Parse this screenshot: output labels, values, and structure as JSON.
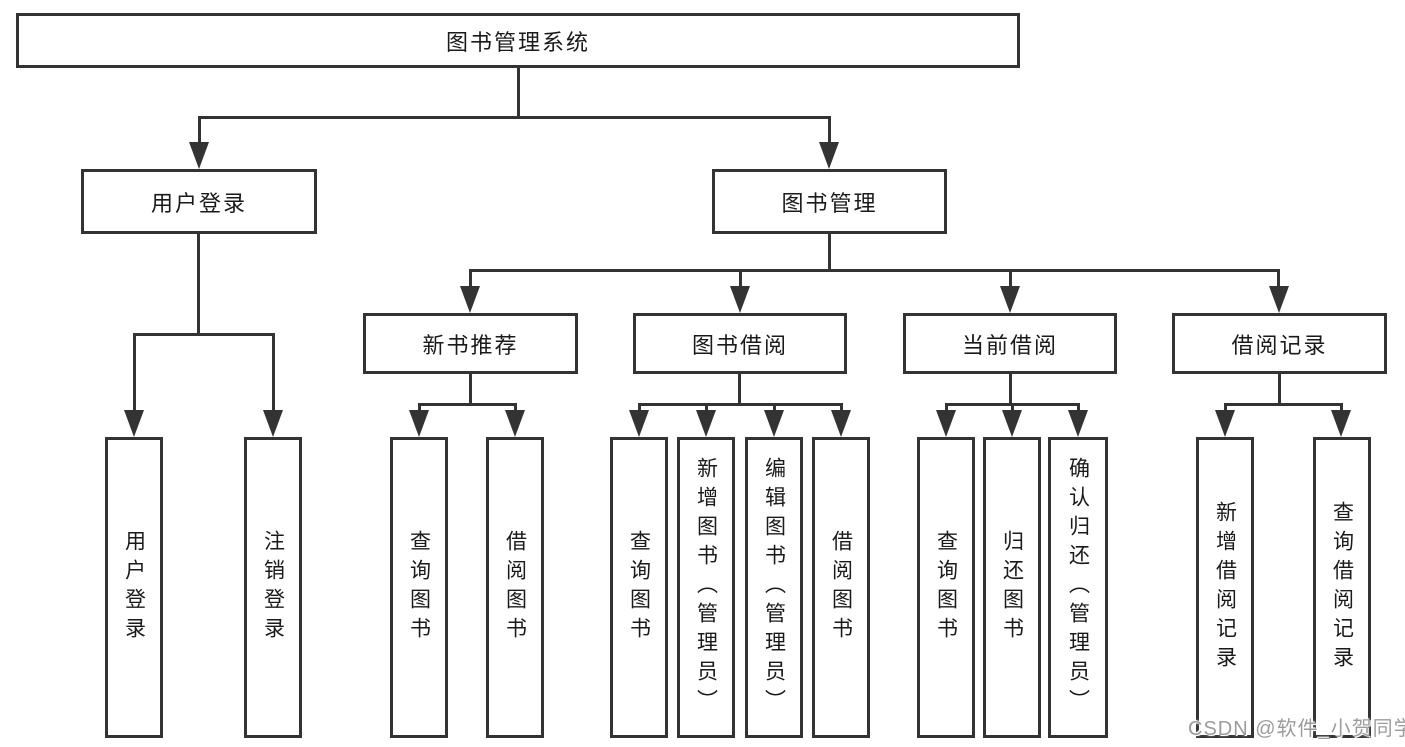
{
  "diagram": {
    "title": "图书管理系统",
    "branches": [
      {
        "label": "用户登录",
        "leaves": [
          "用户登录",
          "注销登录"
        ]
      },
      {
        "label": "图书管理",
        "groups": [
          {
            "label": "新书推荐",
            "leaves": [
              "查询图书",
              "借阅图书"
            ]
          },
          {
            "label": "图书借阅",
            "leaves": [
              "查询图书",
              "新增图书（管理员）",
              "编辑图书（管理员）",
              "借阅图书"
            ]
          },
          {
            "label": "当前借阅",
            "leaves": [
              "查询图书",
              "归还图书",
              "确认归还（管理员）"
            ]
          },
          {
            "label": "借阅记录",
            "leaves": [
              "新增借阅记录",
              "查询借阅记录"
            ]
          }
        ]
      }
    ]
  },
  "watermark": "CSDN @软件_小贺同学",
  "colors": {
    "line": "#333333",
    "text": "#1a1a1a",
    "watermark": "#9c9c9c",
    "background": "#ffffff"
  }
}
